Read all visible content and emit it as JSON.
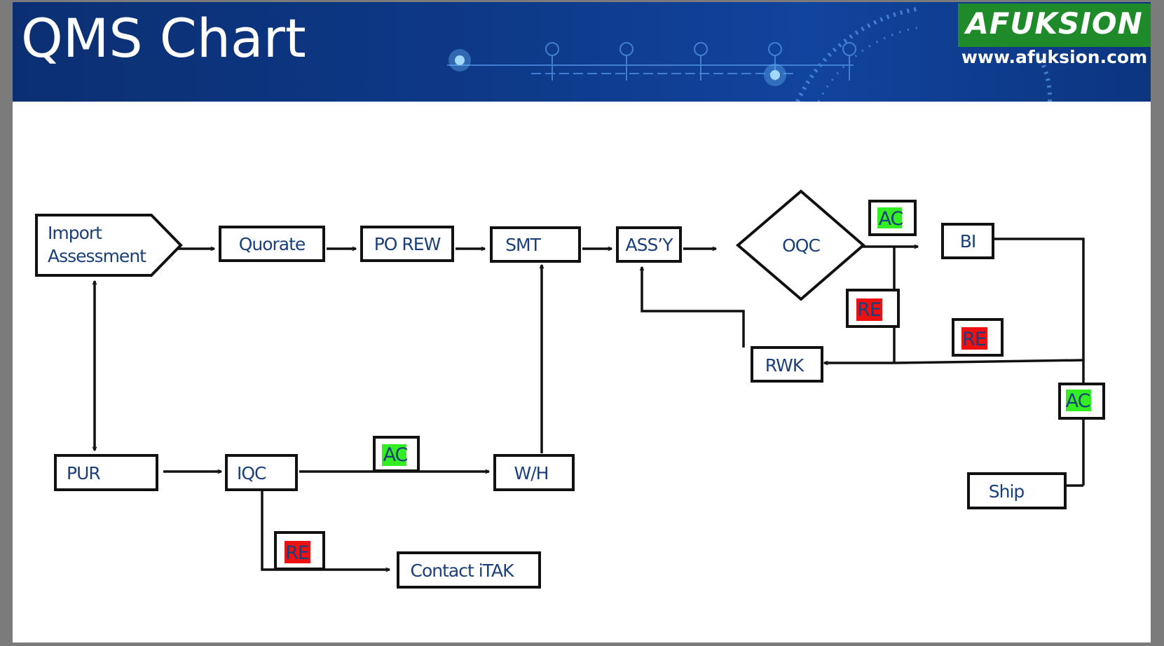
{
  "header": {
    "title": "QMS Chart",
    "logo_text": "AFUKSION",
    "logo_url": "www.afuksion.com",
    "banner_color": "#0e3a8a",
    "logo_color": "#1f8a2a"
  },
  "diagram": {
    "nodes": {
      "import_line1": "Import",
      "import_line2": "Assessment",
      "quorate": "Quorate",
      "po_rew": "PO REW",
      "smt": "SMT",
      "assy": "ASS’Y",
      "oqc": "OQC",
      "bi": "BI",
      "rwk": "RWK",
      "pur": "PUR",
      "iqc": "IQC",
      "wh": "W/H",
      "contact": "Contact iTAK",
      "ship": "Ship"
    },
    "tags": {
      "ac_oqc": "AC",
      "re_oqc": "RE",
      "re_bi": "RE",
      "ac_bi": "AC",
      "ac_iqc": "AC",
      "re_iqc": "RE"
    },
    "colors": {
      "accept": "#33ee22",
      "reject": "#ee1111",
      "text": "#1a3f7a",
      "line": "#111111"
    }
  }
}
